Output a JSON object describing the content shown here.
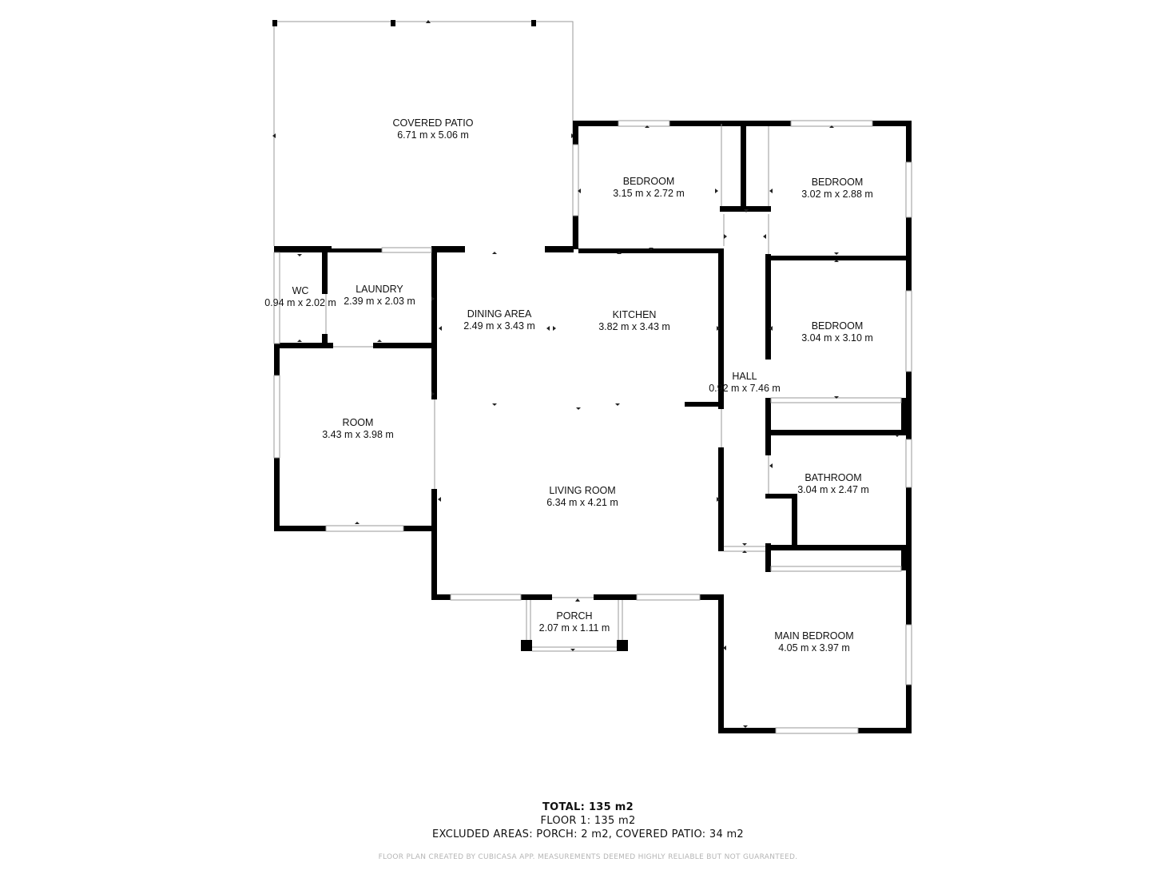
{
  "rooms": {
    "covered_patio": {
      "name": "COVERED PATIO",
      "dim": "6.71 m x 5.06 m"
    },
    "bedroom_1": {
      "name": "BEDROOM",
      "dim": "3.15 m x 2.72 m"
    },
    "bedroom_2": {
      "name": "BEDROOM",
      "dim": "3.02 m x 2.88 m"
    },
    "wc": {
      "name": "WC",
      "dim": "0.94 m x 2.02 m"
    },
    "laundry": {
      "name": "LAUNDRY",
      "dim": "2.39 m x 2.03 m"
    },
    "dining_area": {
      "name": "DINING AREA",
      "dim": "2.49 m x 3.43 m"
    },
    "kitchen": {
      "name": "KITCHEN",
      "dim": "3.82 m x 3.43 m"
    },
    "bedroom_3": {
      "name": "BEDROOM",
      "dim": "3.04 m x 3.10 m"
    },
    "hall": {
      "name": "HALL",
      "dim": "0.92 m x 7.46 m"
    },
    "room": {
      "name": "ROOM",
      "dim": "3.43 m x 3.98 m"
    },
    "bathroom": {
      "name": "BATHROOM",
      "dim": "3.04 m x 2.47 m"
    },
    "living_room": {
      "name": "LIVING ROOM",
      "dim": "6.34 m x 4.21 m"
    },
    "porch": {
      "name": "PORCH",
      "dim": "2.07 m x 1.11 m"
    },
    "main_bedroom": {
      "name": "MAIN BEDROOM",
      "dim": "4.05 m x 3.97 m"
    }
  },
  "summary": {
    "total": "TOTAL: 135 m2",
    "floor": "FLOOR 1: 135 m2",
    "excluded": "EXCLUDED AREAS: PORCH: 2 m2, COVERED PATIO: 34 m2"
  },
  "disclaimer": "FLOOR PLAN CREATED BY CUBICASA APP. MEASUREMENTS DEEMED HIGHLY RELIABLE BUT NOT GUARANTEED.",
  "colors": {
    "wall": "#000000",
    "background": "#ffffff",
    "window": "#9a9a9a",
    "disclaimer": "#b5b5b5"
  }
}
